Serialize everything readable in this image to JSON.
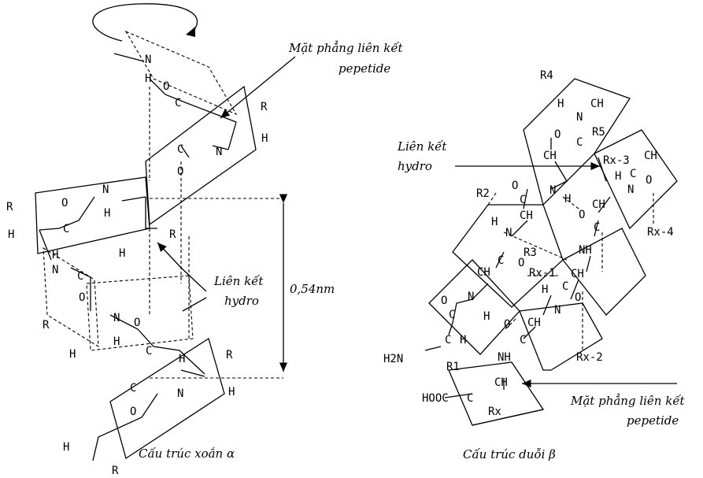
{
  "left": {
    "plane_label_1": "Mặt phẳng liên kết",
    "plane_label_2": "pepetide",
    "hbond_label_1": "Liên kết",
    "hbond_label_2": "hydro",
    "distance": "0,54nm",
    "caption": "Cấu trúc xoắn α"
  },
  "right": {
    "hbond_label_1": "Liên kết",
    "hbond_label_2": "hydro",
    "plane_label_1": "Mặt phẳng liên kết",
    "plane_label_2": "pepetide",
    "caption": "Cấu trúc duỗi β"
  },
  "atoms": {
    "N": "N",
    "H": "H",
    "C": "C",
    "O": "O",
    "R": "R",
    "CH": "CH",
    "NH": "NH",
    "H2N": "H2N",
    "HOOC": "HOOC",
    "R1": "R1",
    "R2": "R2",
    "R3": "R3",
    "R4": "R4",
    "R5": "R5",
    "Rx": "Rx",
    "Rx1": "Rx-1",
    "Rx2": "Rx-2",
    "Rx3": "Rx-3",
    "Rx4": "Rx-4"
  }
}
